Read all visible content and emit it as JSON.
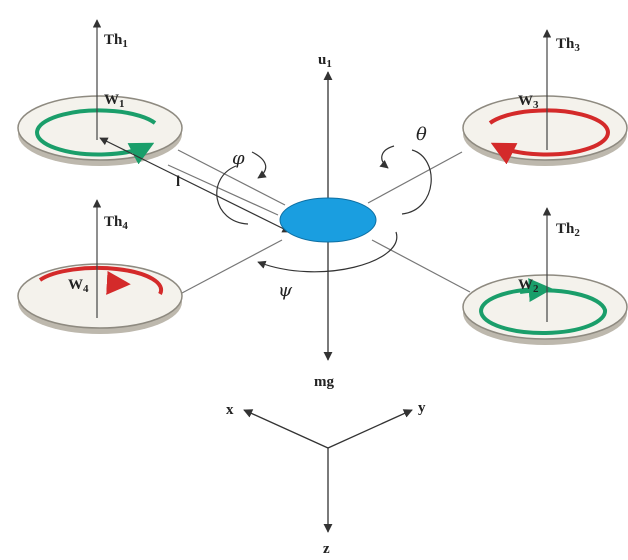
{
  "labels": {
    "u1": "u",
    "u1_sub": "1",
    "mg": "mg",
    "l": "l",
    "phi": "φ",
    "theta": "θ",
    "psi": "ψ",
    "axis_x": "x",
    "axis_y": "y",
    "axis_z": "z"
  },
  "rotors": [
    {
      "id": "front-left",
      "thrust": "Th",
      "thrust_sub": "1",
      "speed": "W",
      "speed_sub": "1",
      "spin": "clockwise",
      "color": "#1a9e6a"
    },
    {
      "id": "front-right",
      "thrust": "Th",
      "thrust_sub": "3",
      "speed": "W",
      "speed_sub": "3",
      "spin": "counterclockwise",
      "color": "#d42a2a"
    },
    {
      "id": "rear-right",
      "thrust": "Th",
      "thrust_sub": "2",
      "speed": "W",
      "speed_sub": "2",
      "spin": "clockwise",
      "color": "#1a9e6a"
    },
    {
      "id": "rear-left",
      "thrust": "Th",
      "thrust_sub": "4",
      "speed": "W",
      "speed_sub": "4",
      "spin": "counterclockwise",
      "color": "#d42a2a"
    }
  ],
  "colors": {
    "body": "#1a9ee0",
    "rotor_fill": "#f4f2ec",
    "rotor_rim": "#8e8a80",
    "line": "#555555"
  }
}
